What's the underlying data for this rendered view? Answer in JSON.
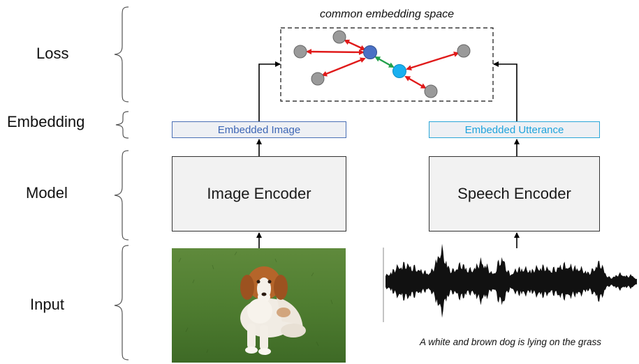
{
  "rows": {
    "loss": "Loss",
    "embedding": "Embedding",
    "model": "Model",
    "input": "Input"
  },
  "space_title": "common embedding space",
  "embedded_image_label": "Embedded Image",
  "embedded_utterance_label": "Embedded Utterance",
  "image_encoder_label": "Image Encoder",
  "speech_encoder_label": "Speech Encoder",
  "caption": "A white and brown dog is lying on the grass",
  "colors": {
    "image_anchor": "#4a70c4",
    "speech_anchor": "#19b0f0",
    "negative_point": "#9a9a9a",
    "negative_arrow": "#e01a1a",
    "positive_arrow": "#22a04a",
    "image_accent": "#3d66b5",
    "speech_accent": "#1fa3dc"
  },
  "icons": {
    "photo": "dog-photo",
    "waveform": "speech-waveform-icon"
  }
}
